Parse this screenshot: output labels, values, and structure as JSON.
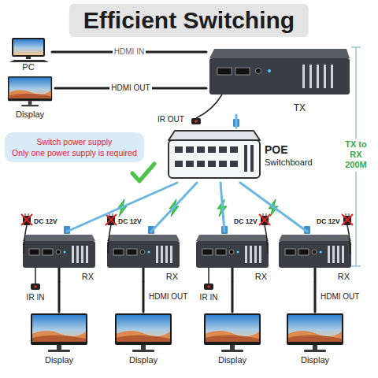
{
  "diagram": {
    "title": "Efficient Switching",
    "nodes": [
      {
        "text": [
          "PC"
        ]
      },
      {
        "text": [
          "Display"
        ]
      },
      {
        "text": [
          "TX"
        ]
      },
      {
        "text": [
          "Switch power supply",
          "Only one power supply is required"
        ]
      },
      {
        "text": [
          "POE",
          "Switchboard"
        ]
      },
      {
        "text": [
          "RX"
        ]
      },
      {
        "text": [
          "RX"
        ]
      },
      {
        "text": [
          "RX"
        ]
      },
      {
        "text": [
          "RX"
        ]
      },
      {
        "text": [
          "Display"
        ]
      },
      {
        "text": [
          "Display"
        ]
      },
      {
        "text": [
          "Display"
        ]
      },
      {
        "text": [
          "Display"
        ]
      }
    ],
    "edges": [
      {
        "from": 0,
        "to": 2,
        "label": "HDMI IN",
        "arrow": "none"
      },
      {
        "from": 2,
        "to": 1,
        "label": "HDMI OUT",
        "arrow": "none"
      },
      {
        "from": 2,
        "to": 4,
        "arrow": "none"
      },
      {
        "from": 4,
        "to": 5,
        "arrow": "none"
      },
      {
        "from": 4,
        "to": 6,
        "arrow": "none"
      },
      {
        "from": 4,
        "to": 7,
        "arrow": "none"
      },
      {
        "from": 4,
        "to": 8,
        "arrow": "none"
      },
      {
        "from": 5,
        "to": 9,
        "arrow": "none"
      },
      {
        "from": 6,
        "to": 10,
        "label": "HDMI OUT",
        "arrow": "none"
      },
      {
        "from": 7,
        "to": 11,
        "arrow": "none"
      },
      {
        "from": 8,
        "to": 12,
        "label": "HDMI OUT",
        "arrow": "none"
      }
    ],
    "labels": [
      "IR OUT",
      "TX to RX 200M",
      "DC 12V",
      "DC 12V",
      "DC 12V",
      "DC 12V",
      "IR IN",
      "IR IN"
    ]
  }
}
